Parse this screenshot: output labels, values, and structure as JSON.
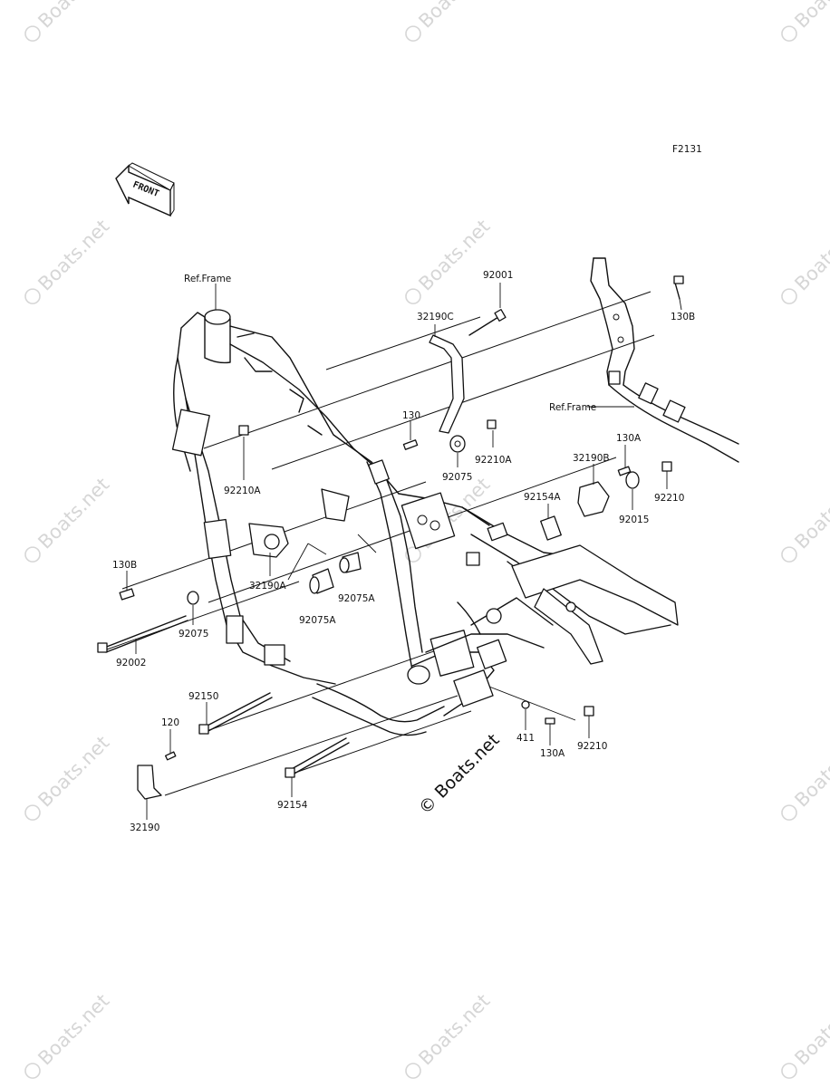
{
  "figure_code": "F2131",
  "front_marker": "FRONT",
  "watermark": "Boats.net",
  "watermark_center": "© Boats.net",
  "callouts": [
    {
      "id": "ref-frame-left",
      "text": "Ref.Frame"
    },
    {
      "id": "32190c",
      "text": "32190C"
    },
    {
      "id": "92001",
      "text": "92001"
    },
    {
      "id": "130b-right",
      "text": "130B"
    },
    {
      "id": "ref-frame-right",
      "text": "Ref.Frame"
    },
    {
      "id": "130",
      "text": "130"
    },
    {
      "id": "92210a-mid",
      "text": "92210A"
    },
    {
      "id": "92075-mid",
      "text": "92075"
    },
    {
      "id": "92210a-left",
      "text": "92210A"
    },
    {
      "id": "130a-top",
      "text": "130A"
    },
    {
      "id": "32190b",
      "text": "32190B"
    },
    {
      "id": "92154a",
      "text": "92154A"
    },
    {
      "id": "92210-right",
      "text": "92210"
    },
    {
      "id": "92015",
      "text": "92015"
    },
    {
      "id": "130b-left",
      "text": "130B"
    },
    {
      "id": "32190a",
      "text": "32190A"
    },
    {
      "id": "92075a-1",
      "text": "92075A"
    },
    {
      "id": "92075a-2",
      "text": "92075A"
    },
    {
      "id": "92075-left",
      "text": "92075"
    },
    {
      "id": "92002",
      "text": "92002"
    },
    {
      "id": "92150",
      "text": "92150"
    },
    {
      "id": "120",
      "text": "120"
    },
    {
      "id": "32190",
      "text": "32190"
    },
    {
      "id": "92154",
      "text": "92154"
    },
    {
      "id": "411",
      "text": "411"
    },
    {
      "id": "130a-bottom",
      "text": "130A"
    },
    {
      "id": "92210-bottom",
      "text": "92210"
    }
  ]
}
